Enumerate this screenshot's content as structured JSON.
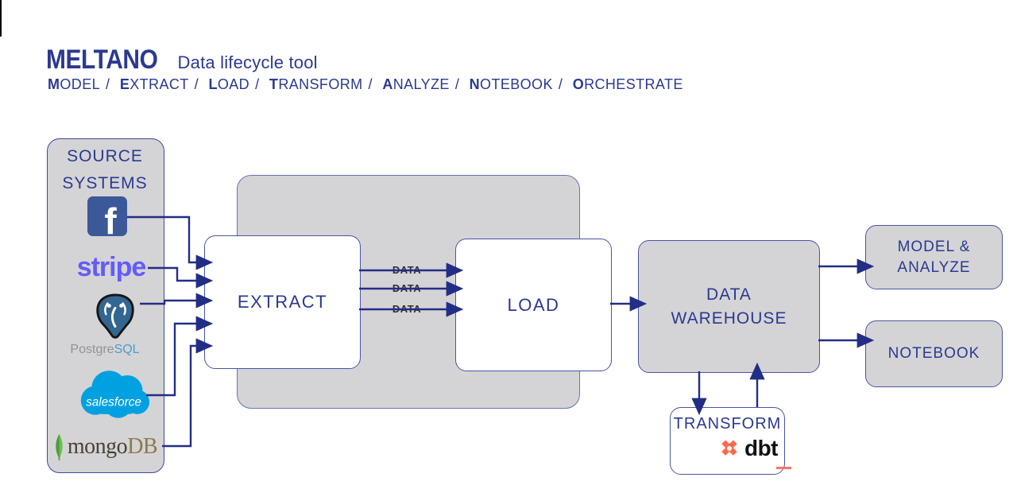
{
  "header": {
    "brand": "MELTANO",
    "tagline": "Data lifecycle tool",
    "acronym": {
      "sep": "/",
      "words": [
        {
          "first": "M",
          "rest": "ODEL"
        },
        {
          "first": "E",
          "rest": "XTRACT"
        },
        {
          "first": "L",
          "rest": "OAD"
        },
        {
          "first": "T",
          "rest": "RANSFORM"
        },
        {
          "first": "A",
          "rest": "NALYZE"
        },
        {
          "first": "N",
          "rest": "OTEBOOK"
        },
        {
          "first": "O",
          "rest": "RCHESTRATE"
        }
      ]
    }
  },
  "source_panel": {
    "title_line1": "SOURCE",
    "title_line2": "SYSTEMS",
    "logos": {
      "facebook": {
        "name": "Facebook",
        "letter": "f"
      },
      "stripe": {
        "name": "Stripe",
        "wordmark": "stripe"
      },
      "postgresql": {
        "name": "PostgreSQL",
        "word_part1": "Postgre",
        "word_part2": "SQL"
      },
      "salesforce": {
        "name": "Salesforce",
        "wordmark": "salesforce"
      },
      "mongodb": {
        "name": "MongoDB",
        "word_part1": "mongo",
        "word_part2": "DB"
      }
    }
  },
  "nodes": {
    "extract": {
      "label": "EXTRACT"
    },
    "load": {
      "label": "LOAD"
    },
    "warehouse": {
      "line1": "DATA",
      "line2": "WAREHOUSE"
    },
    "model_analyze": {
      "line1": "MODEL &",
      "line2": "ANALYZE"
    },
    "notebook": {
      "label": "NOTEBOOK"
    },
    "transform": {
      "label": "TRANSFORM",
      "dbt_wordmark": "dbt"
    }
  },
  "flows": {
    "data_labels": [
      "DATA",
      "DATA",
      "DATA"
    ]
  },
  "colors": {
    "navy": "#2b3990",
    "wire_navy": "#222e85",
    "box_border": "#4a55a5",
    "panel_gray": "#d4d4d6",
    "facebook_blue": "#3b5998",
    "stripe_purple": "#635bff",
    "postgres_blue": "#336791",
    "postgres_text_gray": "#909398",
    "postgres_sql_blue": "#4e9bcb",
    "salesforce_blue": "#00a1e0",
    "mongo_leaf_green": "#58a744",
    "mongo_text_brown": "#4a4136",
    "mongo_db_tan": "#8f7a45",
    "dbt_orange": "#ff6849",
    "data_label_gray": "#2f2f2f"
  }
}
